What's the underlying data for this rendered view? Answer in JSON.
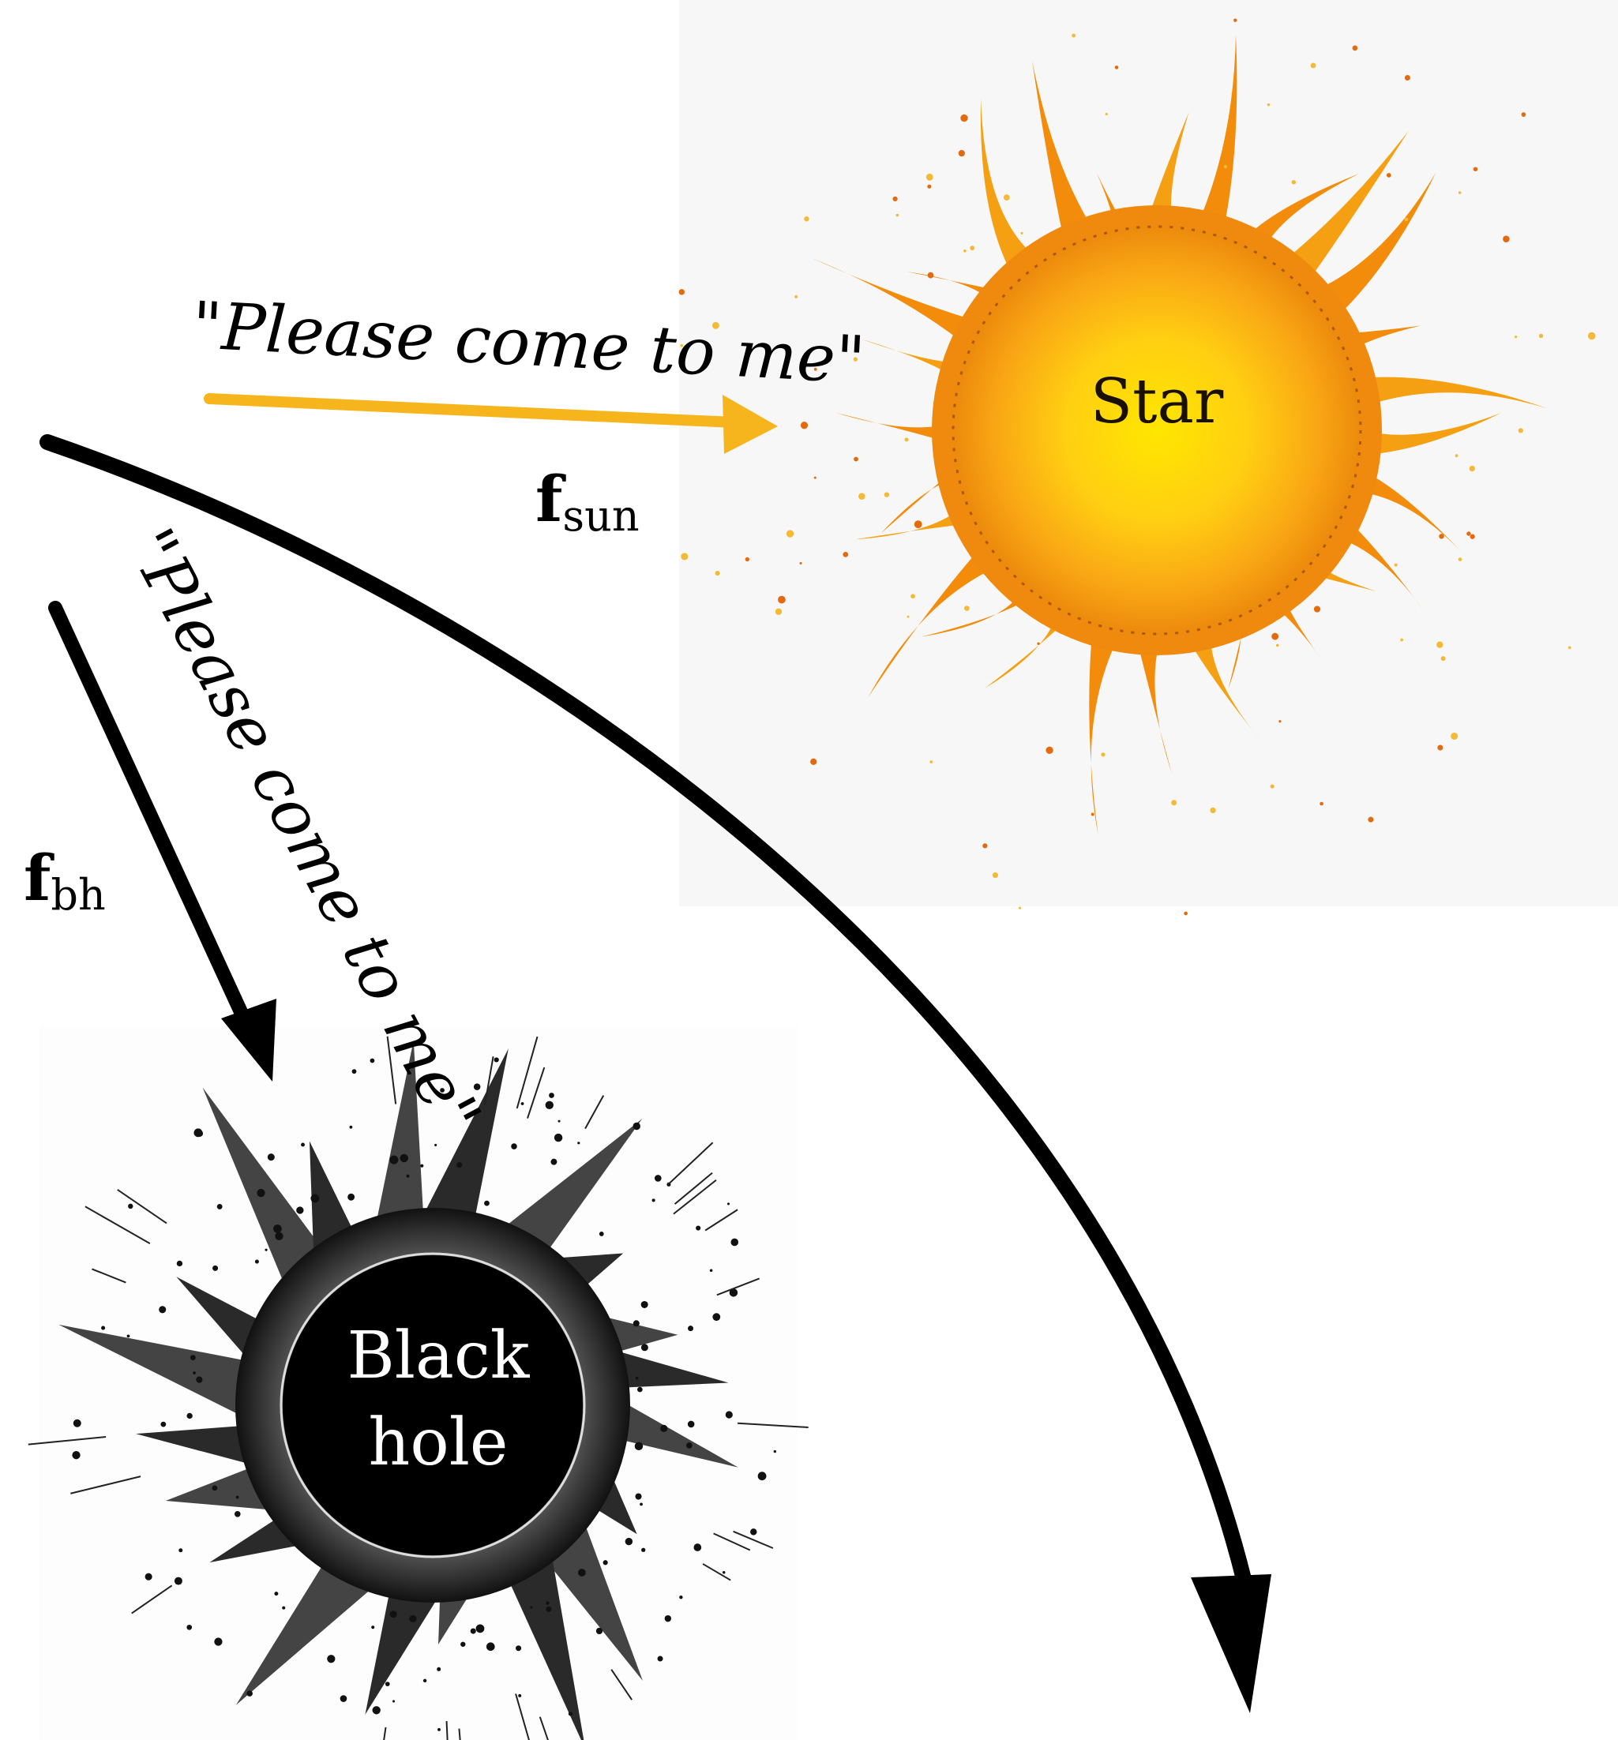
{
  "star": {
    "label": "Star"
  },
  "black_hole": {
    "label_line1": "Black",
    "label_line2": "hole"
  },
  "messages": {
    "star_message": "\"Please come to me\"",
    "black_hole_message": "\"Please come to me\""
  },
  "forces": {
    "sun": {
      "symbol": "f",
      "subscript": "sun"
    },
    "bh": {
      "symbol": "f",
      "subscript": "bh"
    }
  },
  "colors": {
    "star_arrow": "#f7b51d",
    "trajectory": "#000000",
    "black_hole_arrow": "#000000",
    "star_core": "#ffe200",
    "star_rays": "#f28c0a",
    "star_panel": "#f7f7f7"
  }
}
